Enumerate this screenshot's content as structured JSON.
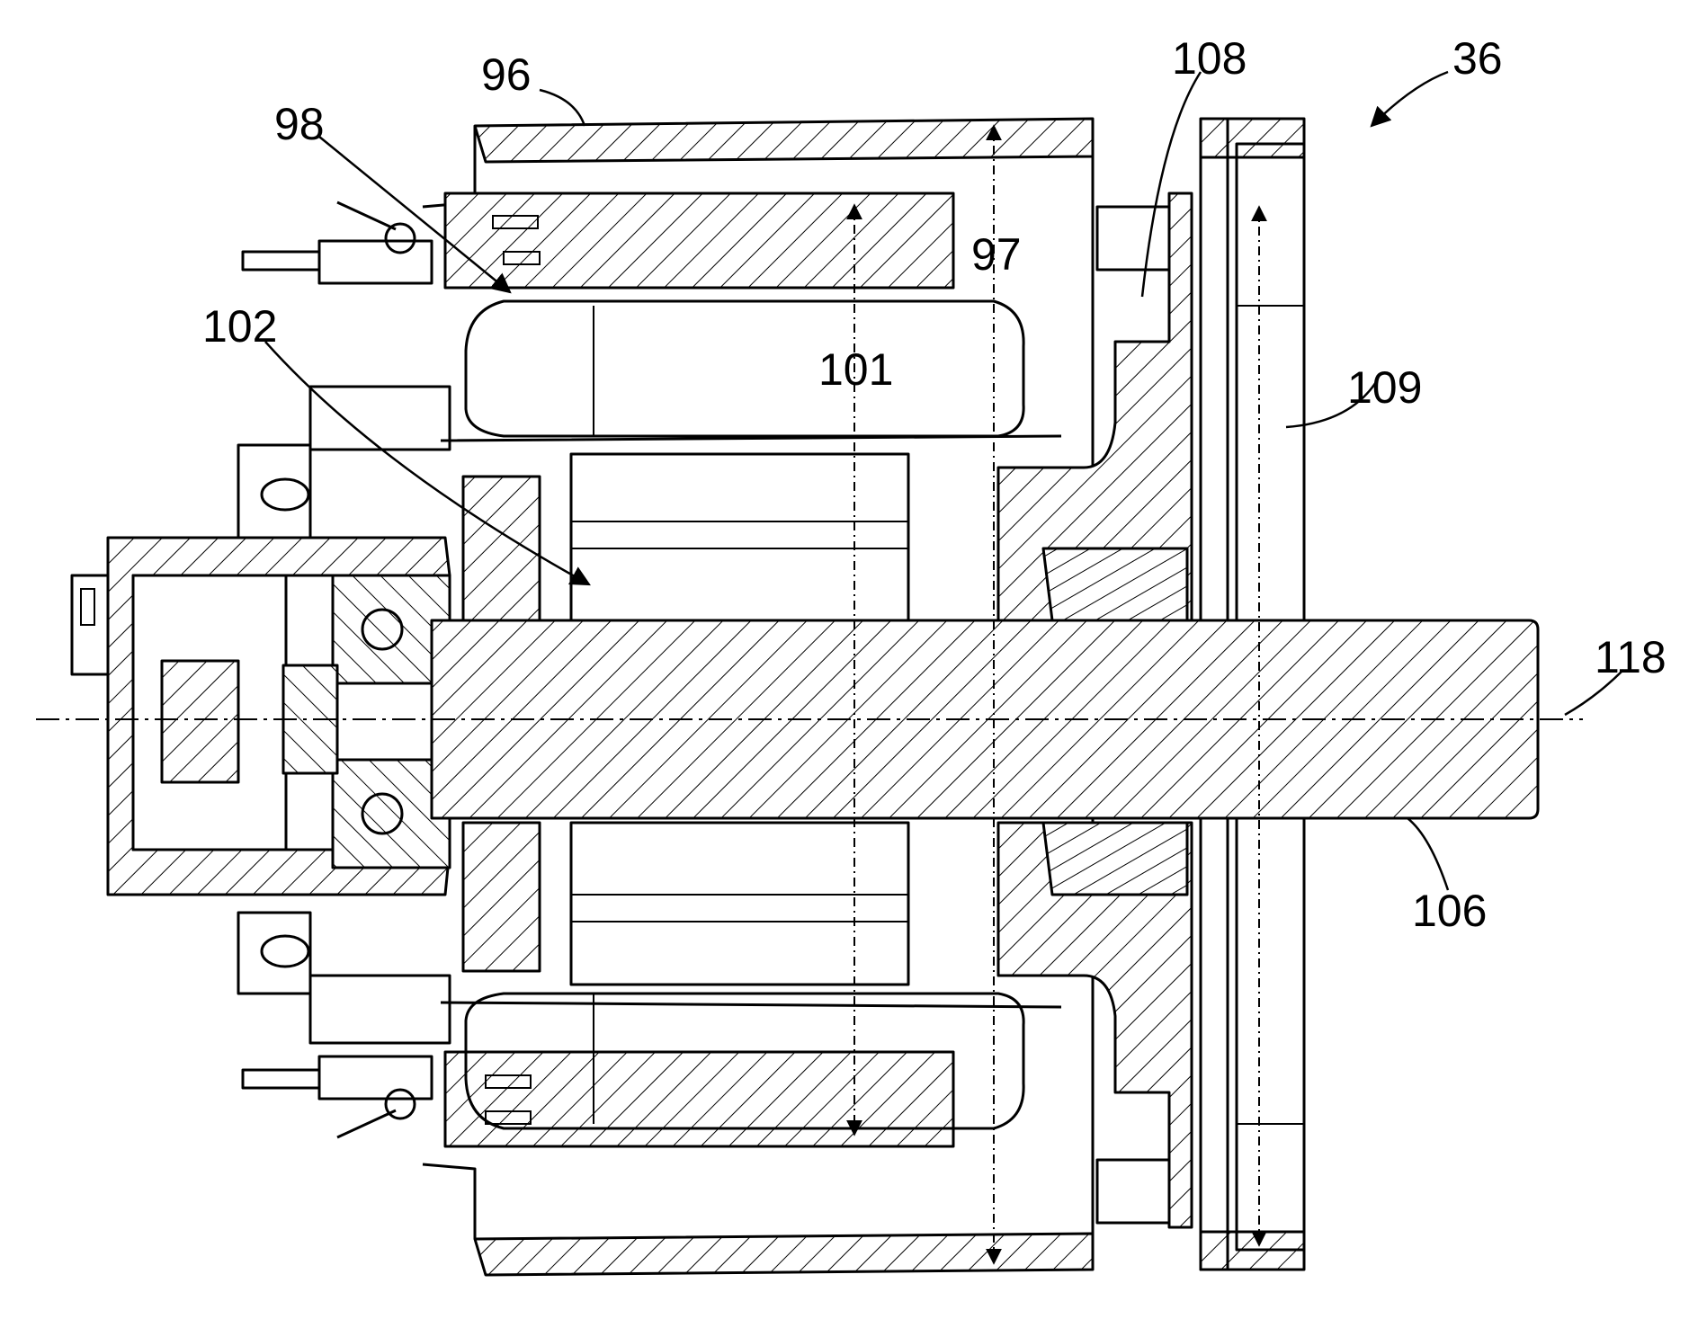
{
  "figure": {
    "reference_labels": {
      "assembly": "36",
      "housing": "96",
      "height_dimension": "97",
      "stator": "98",
      "stator_diameter": "101",
      "rotor": "102",
      "shaft": "106",
      "end_cap": "108",
      "fan": "109",
      "axis": "118"
    }
  },
  "colors": {
    "line": "#000000",
    "background": "#ffffff"
  }
}
